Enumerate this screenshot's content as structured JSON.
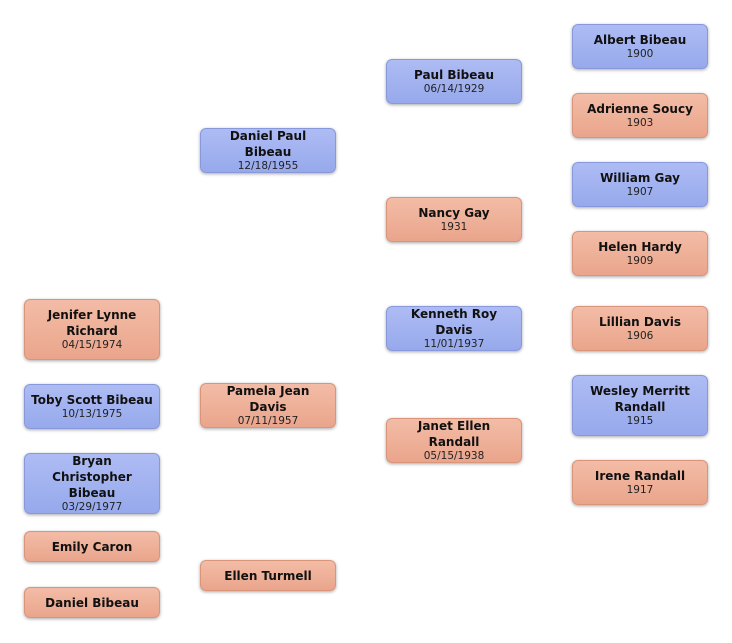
{
  "colors": {
    "male": "#a3b3f0",
    "female": "#efb299"
  },
  "people": [
    {
      "id": "albert-bibeau",
      "name": "Albert Bibeau",
      "date": "1900",
      "gender": "male"
    },
    {
      "id": "adrienne-soucy",
      "name": "Adrienne Soucy",
      "date": "1903",
      "gender": "female"
    },
    {
      "id": "william-gay",
      "name": "William Gay",
      "date": "1907",
      "gender": "male"
    },
    {
      "id": "helen-hardy",
      "name": "Helen Hardy",
      "date": "1909",
      "gender": "female"
    },
    {
      "id": "lillian-davis",
      "name": "Lillian Davis",
      "date": "1906",
      "gender": "female"
    },
    {
      "id": "wesley-randall",
      "name": "Wesley Merritt Randall",
      "date": "1915",
      "gender": "male"
    },
    {
      "id": "irene-randall",
      "name": "Irene Randall",
      "date": "1917",
      "gender": "female"
    },
    {
      "id": "paul-bibeau",
      "name": "Paul Bibeau",
      "date": "06/14/1929",
      "gender": "male"
    },
    {
      "id": "nancy-gay",
      "name": "Nancy Gay",
      "date": "1931",
      "gender": "female"
    },
    {
      "id": "kenneth-davis",
      "name": "Kenneth Roy Davis",
      "date": "11/01/1937",
      "gender": "male"
    },
    {
      "id": "janet-randall",
      "name": "Janet Ellen Randall",
      "date": "05/15/1938",
      "gender": "female"
    },
    {
      "id": "daniel-paul-bibeau",
      "name": "Daniel Paul Bibeau",
      "date": "12/18/1955",
      "gender": "male"
    },
    {
      "id": "pamela-davis",
      "name": "Pamela Jean Davis",
      "date": "07/11/1957",
      "gender": "female"
    },
    {
      "id": "ellen-turmell",
      "name": "Ellen Turmell",
      "date": "",
      "gender": "female"
    },
    {
      "id": "jenifer-richard",
      "name": "Jenifer Lynne Richard",
      "date": "04/15/1974",
      "gender": "female"
    },
    {
      "id": "toby-bibeau",
      "name": "Toby Scott Bibeau",
      "date": "10/13/1975",
      "gender": "male"
    },
    {
      "id": "bryan-bibeau",
      "name": "Bryan Christopher Bibeau",
      "date": "03/29/1977",
      "gender": "male"
    },
    {
      "id": "emily-caron",
      "name": "Emily Caron",
      "date": "",
      "gender": "female"
    },
    {
      "id": "daniel-bibeau",
      "name": "Daniel Bibeau",
      "date": "",
      "gender": "female"
    }
  ]
}
